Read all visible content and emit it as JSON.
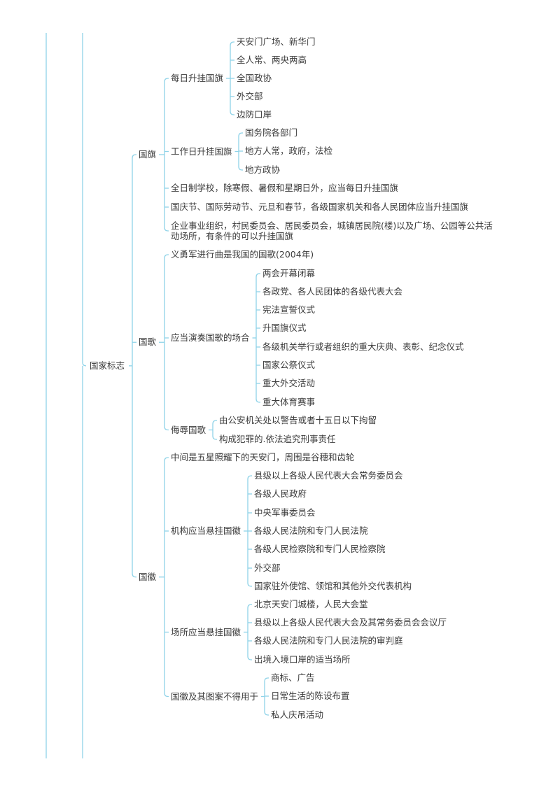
{
  "colors": {
    "line": "#8fd3e8",
    "text": "#3a3a3a",
    "margin_line": "#9bd5e8"
  },
  "tree": {
    "label": "国家标志",
    "children": [
      {
        "label": "国旗",
        "children": [
          {
            "label": "每日升挂国旗",
            "children": [
              {
                "label": "天安门广场、新华门"
              },
              {
                "label": "全人常、两央两高"
              },
              {
                "label": "全国政协"
              },
              {
                "label": "外交部"
              },
              {
                "label": "边防口岸"
              }
            ]
          },
          {
            "label": "工作日升挂国旗",
            "children": [
              {
                "label": "国务院各部门"
              },
              {
                "label": "地方人常，政府，法检"
              },
              {
                "label": "地方政协"
              }
            ]
          },
          {
            "label": "全日制学校，除寒假、暑假和星期日外，应当每日升挂国旗"
          },
          {
            "label": "国庆节、国际劳动节、元旦和春节，各级国家机关和各人民团体应当升挂国旗"
          },
          {
            "label": "企业事业组织，村民委员会、居民委员会，城镇居民院(楼)以及广场、公园等公共活动场所，有条件的可以升挂国旗"
          }
        ]
      },
      {
        "label": "国歌",
        "children": [
          {
            "label": "义勇军进行曲是我国的国歌(2004年)"
          },
          {
            "label": "应当演奏国歌的场合",
            "children": [
              {
                "label": "两会开幕闭幕"
              },
              {
                "label": "各政党、各人民团体的各级代表大会"
              },
              {
                "label": "宪法宣誓仪式"
              },
              {
                "label": "升国旗仪式"
              },
              {
                "label": "各级机关举行或者组织的重大庆典、表彰、纪念仪式"
              },
              {
                "label": "国家公祭仪式"
              },
              {
                "label": "重大外交活动"
              },
              {
                "label": "重大体育赛事"
              }
            ]
          },
          {
            "label": "侮辱国歌",
            "children": [
              {
                "label": "由公安机关处以警告或者十五日以下拘留"
              },
              {
                "label": "构成犯罪的.依法追究刑事责任"
              }
            ]
          }
        ]
      },
      {
        "label": "国徽",
        "children": [
          {
            "label": "中间是五星照耀下的天安门，周围是谷穗和齿轮"
          },
          {
            "label": "机构应当悬挂国徽",
            "children": [
              {
                "label": "县级以上各级人民代表大会常务委员会"
              },
              {
                "label": "各级人民政府"
              },
              {
                "label": "中央军事委员会"
              },
              {
                "label": "各级人民法院和专门人民法院"
              },
              {
                "label": "各级人民检察院和专门人民检察院"
              },
              {
                "label": "外交部"
              },
              {
                "label": "国家驻外使馆、领馆和其他外交代表机构"
              }
            ]
          },
          {
            "label": "场所应当悬挂国徽",
            "children": [
              {
                "label": "北京天安门城楼，人民大会堂"
              },
              {
                "label": "县级以上各级人民代表大会及其常务委员会会议厅"
              },
              {
                "label": "各级人民法院和专门人民法院的审判庭"
              },
              {
                "label": "出境入境口岸的适当场所"
              }
            ]
          },
          {
            "label": "国徽及其图案不得用于",
            "children": [
              {
                "label": "商标、广告"
              },
              {
                "label": "日常生活的陈设布置"
              },
              {
                "label": "私人庆吊活动"
              }
            ]
          }
        ]
      }
    ]
  }
}
